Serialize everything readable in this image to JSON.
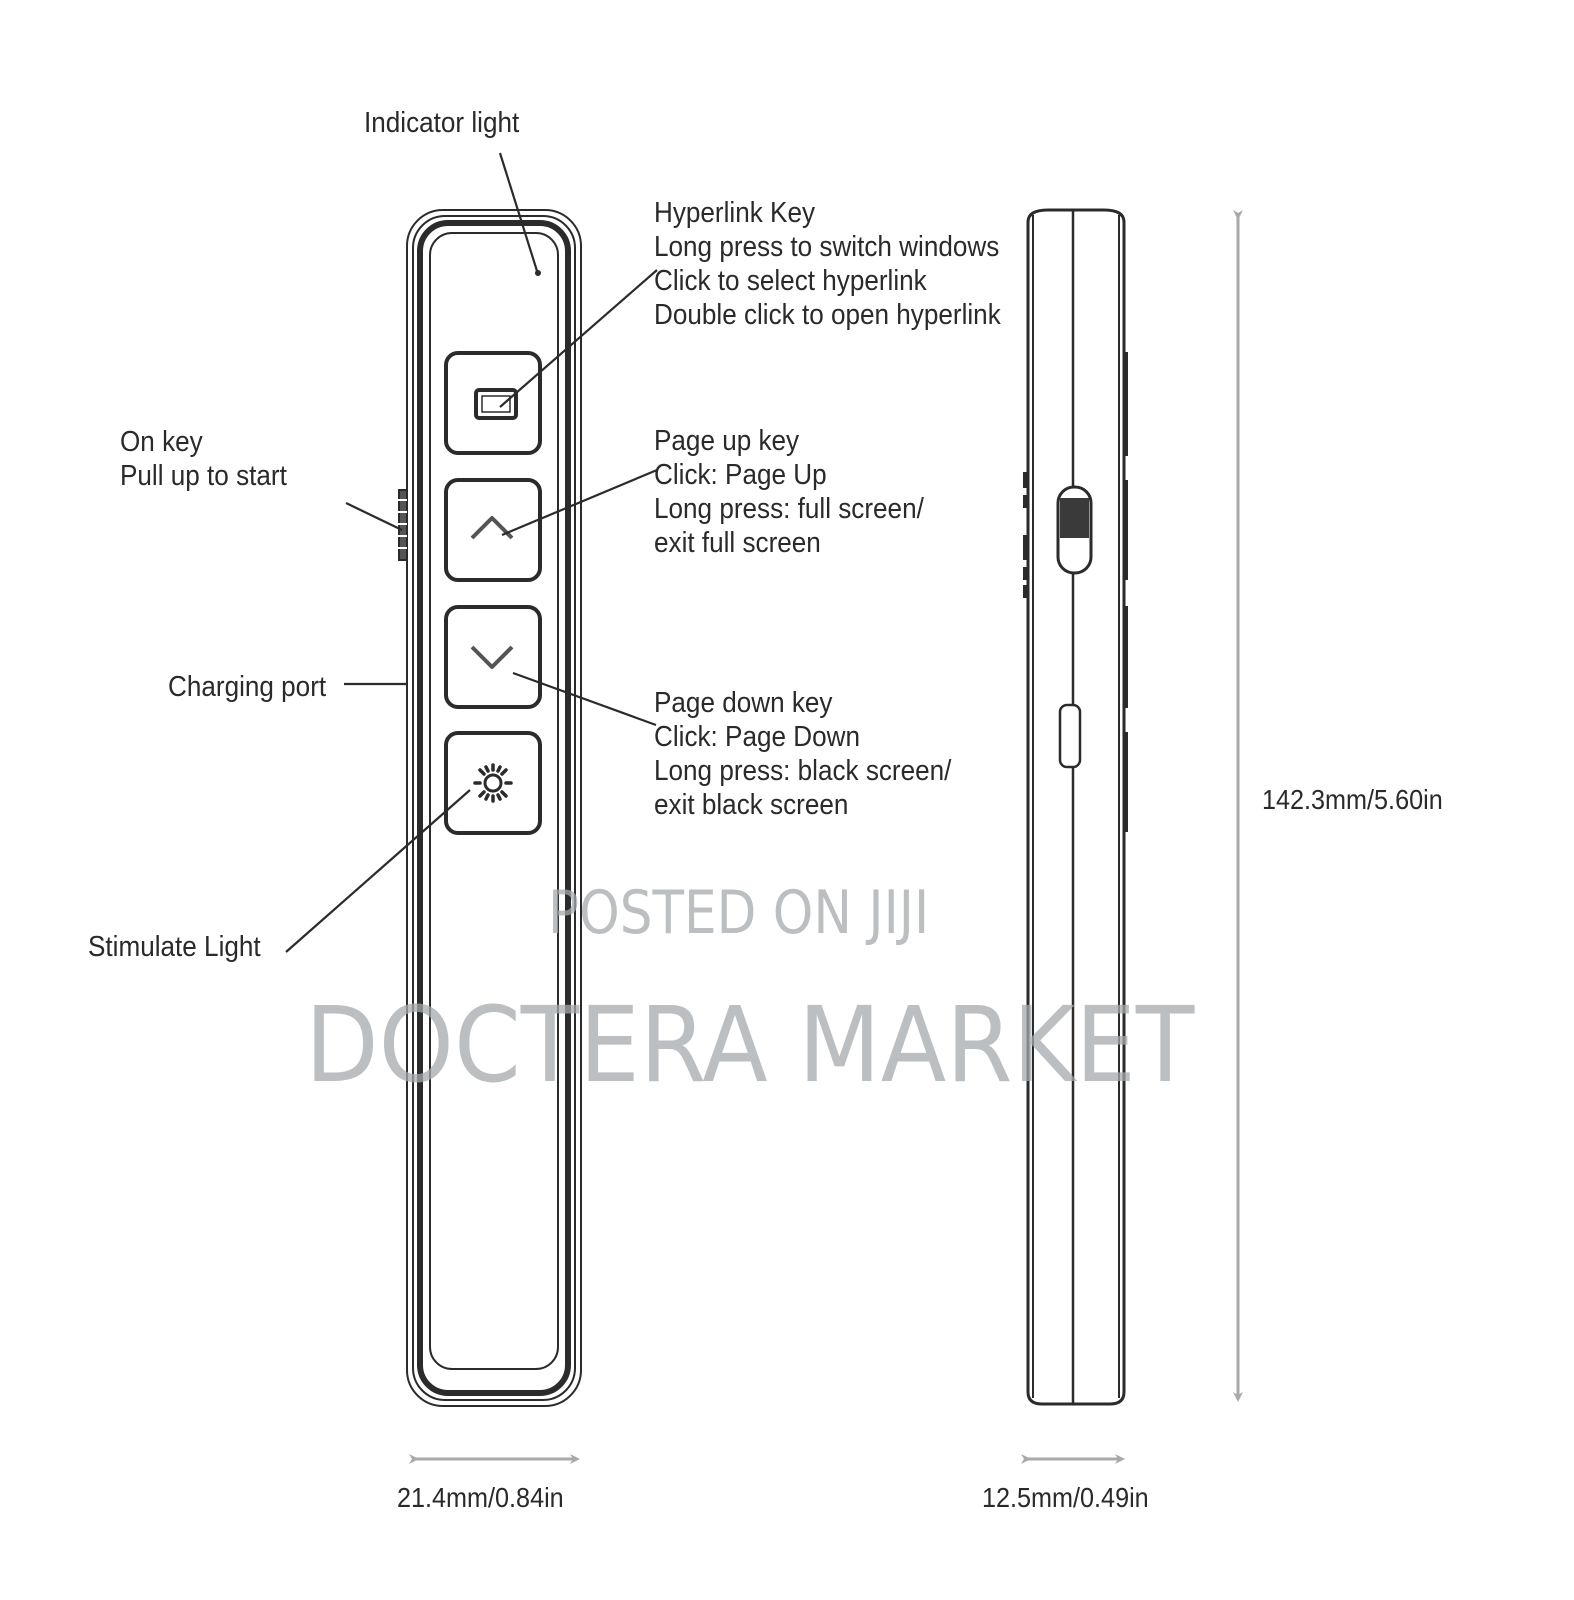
{
  "diagram": {
    "title": "Presenter remote — parts and dimensions",
    "colors": {
      "line": "#2b2b2b",
      "dimension_arrow": "#a9a9a9",
      "watermark": "#a5aaac"
    },
    "front_view": {
      "buttons": [
        {
          "name": "hyperlink-key",
          "icon": "window-rect-icon"
        },
        {
          "name": "page-up-key",
          "icon": "chevron-up-icon"
        },
        {
          "name": "page-down-key",
          "icon": "chevron-down-icon"
        },
        {
          "name": "laser-key",
          "icon": "sun-burst-icon"
        }
      ]
    },
    "callouts": {
      "indicator_light": {
        "lines": [
          "Indicator light"
        ]
      },
      "hyperlink_key": {
        "lines": [
          "Hyperlink Key",
          "Long press to switch windows",
          "Click to select hyperlink",
          "Double click to open hyperlink"
        ]
      },
      "page_up_key": {
        "lines": [
          "Page up key",
          "Click: Page Up",
          "Long press: full screen/",
          "exit full screen"
        ]
      },
      "page_down_key": {
        "lines": [
          "Page down key",
          "Click: Page Down",
          "Long press: black screen/",
          "exit black screen"
        ]
      },
      "on_key": {
        "lines": [
          "On key",
          "Pull up to start"
        ]
      },
      "charging_port": {
        "lines": [
          "Charging port"
        ]
      },
      "stimulate_light": {
        "lines": [
          "Stimulate Light"
        ]
      }
    },
    "dimensions": {
      "width": "21.4mm/0.84in",
      "thickness": "12.5mm/0.49in",
      "length": "142.3mm/5.60in"
    }
  },
  "watermark": {
    "line1": "POSTED ON JIJI",
    "line2": "DOCTERA MARKET"
  }
}
